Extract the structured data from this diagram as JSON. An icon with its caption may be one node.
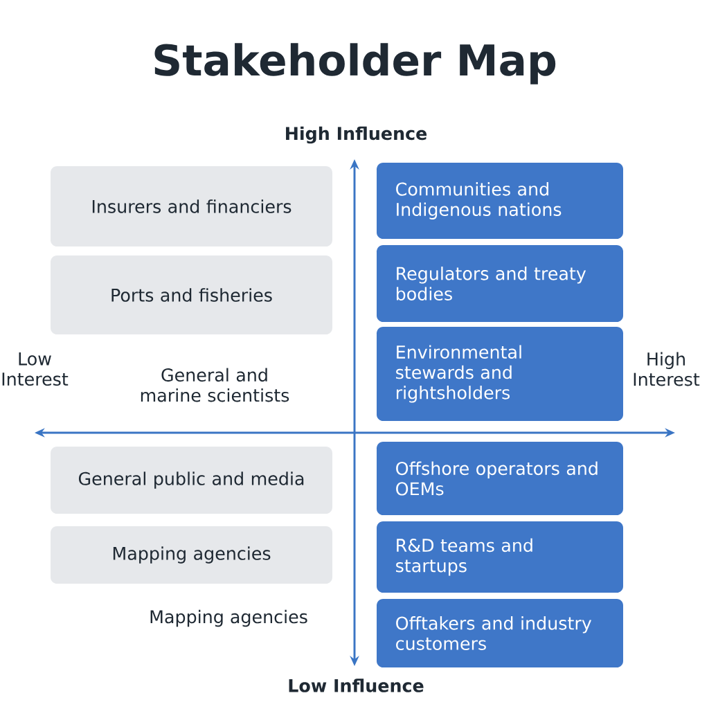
{
  "diagram": {
    "title": "Stakeholder Map",
    "nodes": [
      {
        "text": [
          "Insurers and financiers"
        ]
      },
      {
        "text": [
          "Ports and fisheries"
        ]
      },
      {
        "text": [
          "General public and media"
        ]
      },
      {
        "text": [
          "Mapping agencies"
        ]
      },
      {
        "text": [
          "Communities and Indigenous nations"
        ]
      },
      {
        "text": [
          "Regulators and treaty bodies"
        ]
      },
      {
        "text": [
          "Environmental stewards and rightsholders"
        ]
      },
      {
        "text": [
          "Offshore operators and OEMs"
        ]
      },
      {
        "text": [
          "R&D teams and startups"
        ]
      },
      {
        "text": [
          "Offtakers and industry customers"
        ]
      }
    ],
    "labels": [
      "High Influence",
      "Low Interest",
      "General and marine scientists",
      "High Interest",
      "Mapping agencies",
      "Low Influence"
    ]
  }
}
